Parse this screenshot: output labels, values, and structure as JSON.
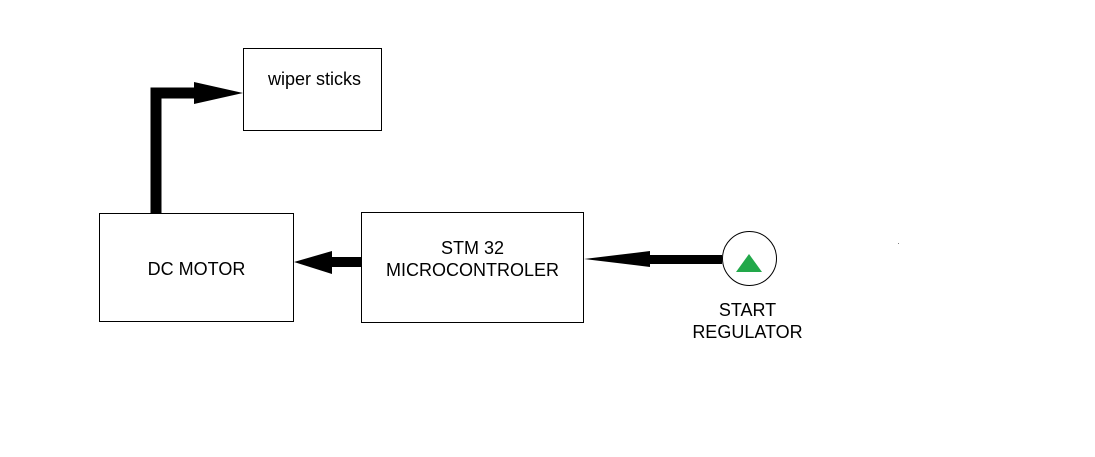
{
  "diagram": {
    "wiper_label": "wiper sticks",
    "motor_label": "DC MOTOR",
    "mcu_line1": "STM 32",
    "mcu_line2": "MICROCONTROLER",
    "start_line1": "START",
    "start_line2": "REGULATOR"
  },
  "icons": {
    "start_button": "up-triangle-icon"
  },
  "colors": {
    "start_triangle": "#22a84a",
    "stroke": "#000000",
    "background": "#ffffff"
  }
}
